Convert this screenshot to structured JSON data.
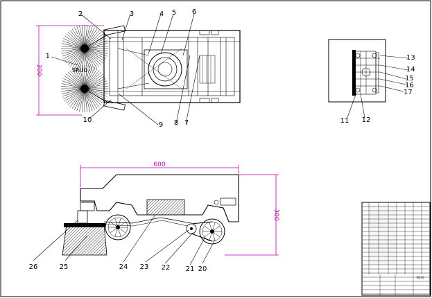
{
  "drawing": {
    "top_view_callouts": [
      "1",
      "2",
      "3",
      "4",
      "5",
      "6",
      "7",
      "8",
      "9",
      "10"
    ],
    "side_view_callouts": [
      "11",
      "12",
      "13",
      "14",
      "15",
      "16",
      "17"
    ],
    "front_view_callouts": [
      "20",
      "21",
      "22",
      "23",
      "24",
      "25",
      "26"
    ],
    "dimensions": {
      "top_view_height": "300",
      "front_view_length": "600",
      "front_view_height": "300"
    },
    "colors": {
      "line": "#000000",
      "dimension": "#b000b0",
      "background": "#ffffff"
    }
  },
  "title_block": {
    "drawing_no": "M240"
  }
}
